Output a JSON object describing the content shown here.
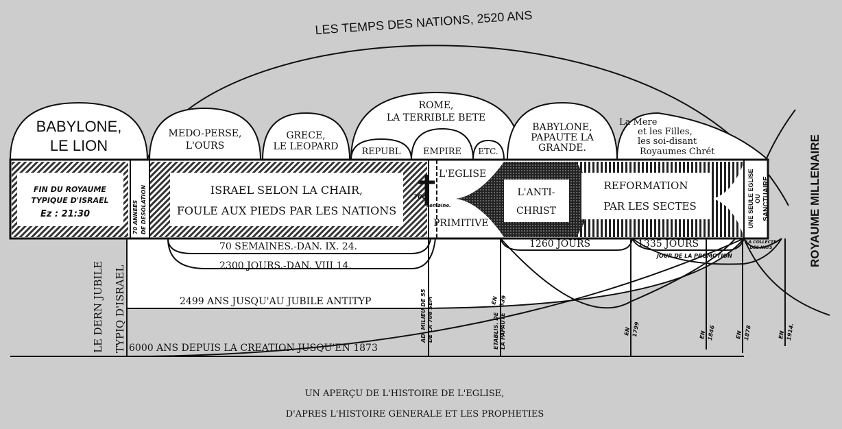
{
  "title_arc": "LES TEMPS   DES NATIONS,  2520 ANS",
  "empires": {
    "babylon": [
      "BABYLONE,",
      "LE LION"
    ],
    "medo_perse": [
      "MEDO-PERSE,",
      "L'OURS"
    ],
    "grece": [
      "GRECE,",
      "LE LEOPARD"
    ],
    "rome": [
      "ROME,",
      "LA TERRIBLE BETE"
    ],
    "republ": "REPUBL",
    "empire": "EMPIRE",
    "etc": "ETC.",
    "papaute": [
      "BABYLONE,",
      "PAPAUTE   LA",
      "GRANDE."
    ],
    "mere": [
      "La Mere",
      "et les Filles,",
      "les soi-disant",
      "Royaumes Chrét"
    ]
  },
  "band": {
    "fin_royaume": [
      "FIN DU ROYAUME",
      "TYPIQUE D'ISRAEL",
      "Ez : 21:30"
    ],
    "desolation": [
      "70 ANNEES",
      "DE DESOLATION"
    ],
    "israel": [
      "ISRAEL SELON LA CHAIR,",
      "FOULE AUX PIEDS PAR LES NATIONS"
    ],
    "semaine": [
      "70e",
      "semaine."
    ],
    "eglise": [
      "L'EGLISE",
      "PRIMITIVE"
    ],
    "antichrist": [
      "L'ANTI-",
      "CHRIST"
    ],
    "reformation": [
      "REFORMATION",
      "PAR LES SECTES"
    ],
    "seule_eglise": [
      "UNE SEULE EGLISE",
      "OU",
      "SANCTUAIRE"
    ]
  },
  "periods": {
    "semaines": "70 SEMAINES.-DAN. IX. 24.",
    "jours2300": "2300 JOURS.-DAN. VIII 14.",
    "ans2499": "2499 ANS JUSQU'AU JUBILE ANTITYP",
    "ans6000": "6000 ANS DEPUIS LA CREATION JUSQU'EN 1873",
    "jours1260": "1260 JOURS",
    "jours1335": "1335 JOURS",
    "promotion": "JOUR DE LA PROMOTION",
    "collecte": [
      "LA COLLECTE",
      "DES NATS"
    ]
  },
  "dates": {
    "ad": [
      "AD. MILIEU DE 55",
      "DE LA 70e SEM"
    ],
    "papaute": [
      "ETABLIS. DE",
      "LA PAPAUTE"
    ],
    "en539": [
      "EN",
      "539"
    ],
    "en1799": [
      "EN",
      "1799"
    ],
    "en1846": [
      "EN",
      "1846"
    ],
    "en1878": [
      "EN",
      "1878"
    ],
    "en1914": [
      "EN",
      "1914."
    ]
  },
  "left_label": [
    "LE DERN JUBILE",
    "TYPIQ  D'ISRAEL"
  ],
  "right_label": "ROYAUME MILLENAIRE",
  "caption": [
    "UN APERÇU DE L'HISTOIRE DE L'EGLISE,",
    "D'APRES L'HISTOIRE GENERALE ET LES PROPHETIES"
  ]
}
